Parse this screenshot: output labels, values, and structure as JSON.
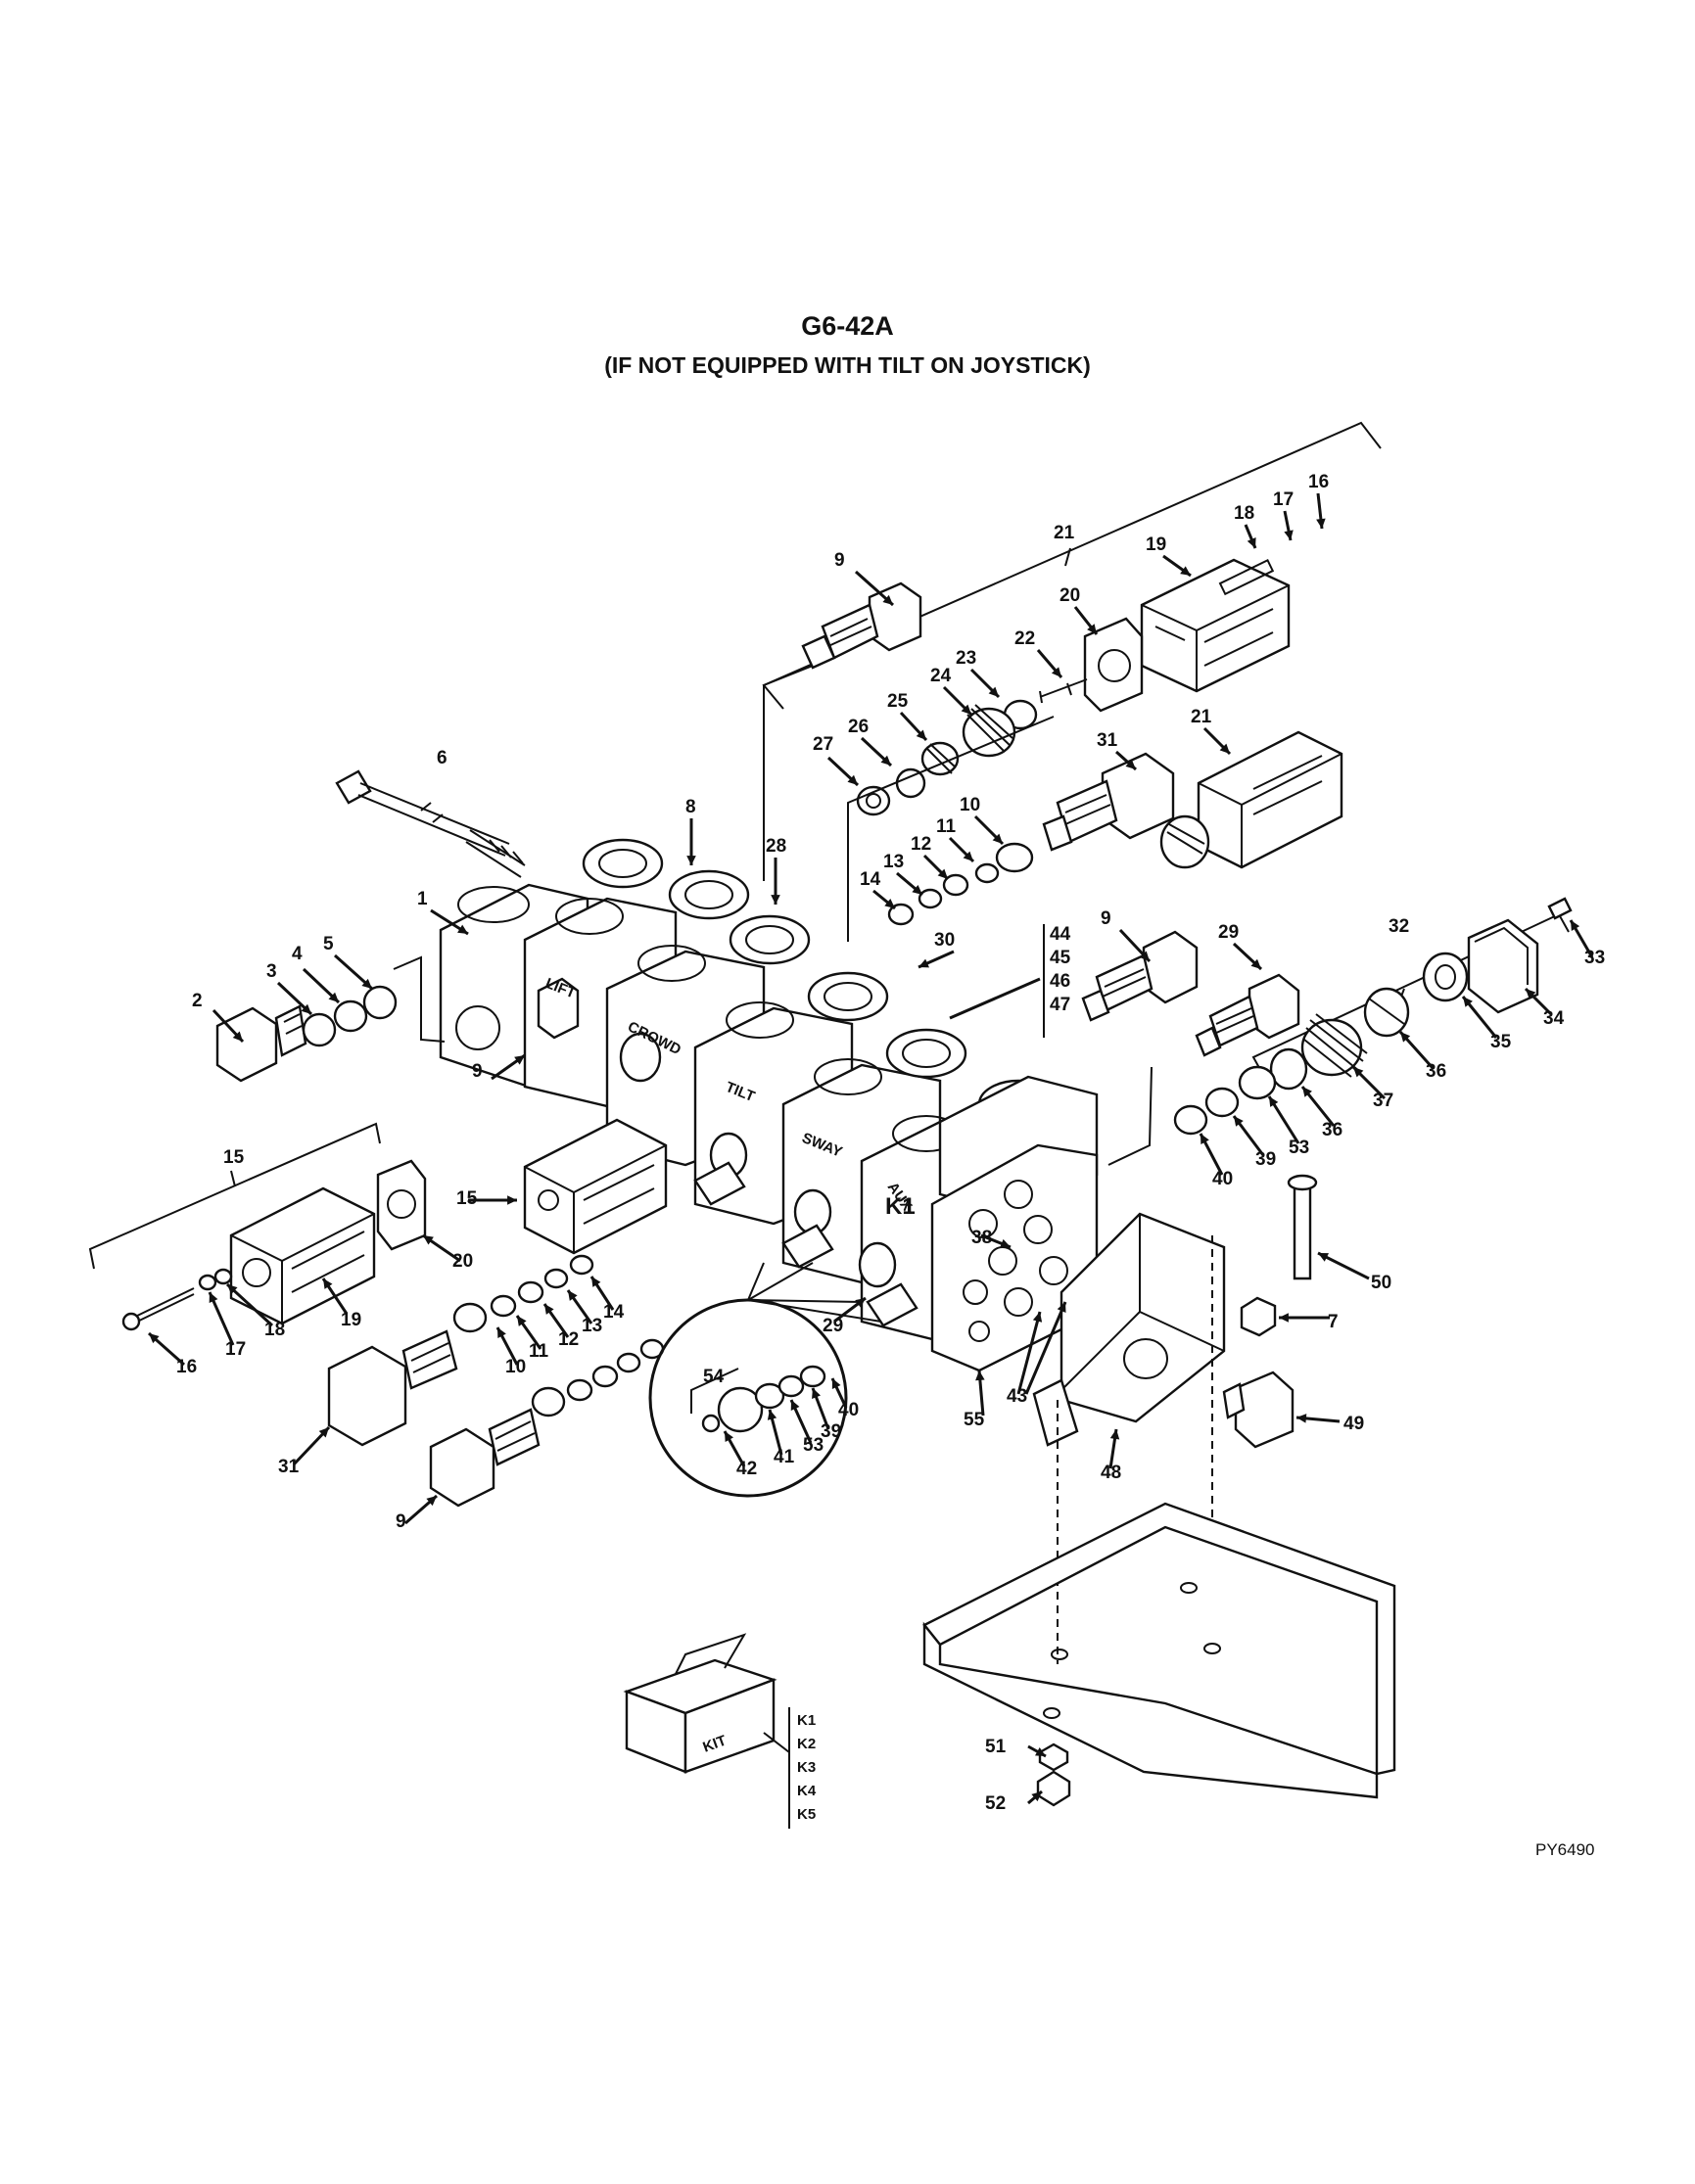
{
  "figure": {
    "title": "G6-42A",
    "subtitle": "(IF NOT EQUIPPED WITH TILT ON JOYSTICK)",
    "drawing_code": "PY6490"
  },
  "section_labels": [
    "LIFT",
    "CROWD",
    "TILT",
    "SWAY",
    "AUX",
    "K1",
    "KIT"
  ],
  "kit_list": [
    "K1",
    "K2",
    "K3",
    "K4",
    "K5"
  ],
  "callouts": {
    "c1": "1",
    "c2": "2",
    "c3": "3",
    "c4": "4",
    "c5": "5",
    "c6": "6",
    "c7": "7",
    "c8": "8",
    "c9a": "9",
    "c9b": "9",
    "c9c": "9",
    "c9d": "9",
    "c10a": "10",
    "c10b": "10",
    "c11a": "11",
    "c11b": "11",
    "c12a": "12",
    "c12b": "12",
    "c13a": "13",
    "c13b": "13",
    "c14a": "14",
    "c14b": "14",
    "c15a": "15",
    "c15b": "15",
    "c16a": "16",
    "c16b": "16",
    "c17a": "17",
    "c17b": "17",
    "c18a": "18",
    "c18b": "18",
    "c19a": "19",
    "c19b": "19",
    "c20a": "20",
    "c20b": "20",
    "c21a": "21",
    "c21b": "21",
    "c22": "22",
    "c23": "23",
    "c24": "24",
    "c25": "25",
    "c26": "26",
    "c27": "27",
    "c28": "28",
    "c29a": "29",
    "c29b": "29",
    "c30": "30",
    "c31a": "31",
    "c31b": "31",
    "c32": "32",
    "c33": "33",
    "c34": "34",
    "c35": "35",
    "c36a": "36",
    "c36b": "36",
    "c37": "37",
    "c38": "38",
    "c39a": "39",
    "c39b": "39",
    "c40a": "40",
    "c40b": "40",
    "c41": "41",
    "c42": "42",
    "c43": "43",
    "c44": "44",
    "c45": "45",
    "c46": "46",
    "c47": "47",
    "c48": "48",
    "c49": "49",
    "c50": "50",
    "c51": "51",
    "c52": "52",
    "c53a": "53",
    "c53b": "53",
    "c54": "54",
    "c55": "55"
  }
}
